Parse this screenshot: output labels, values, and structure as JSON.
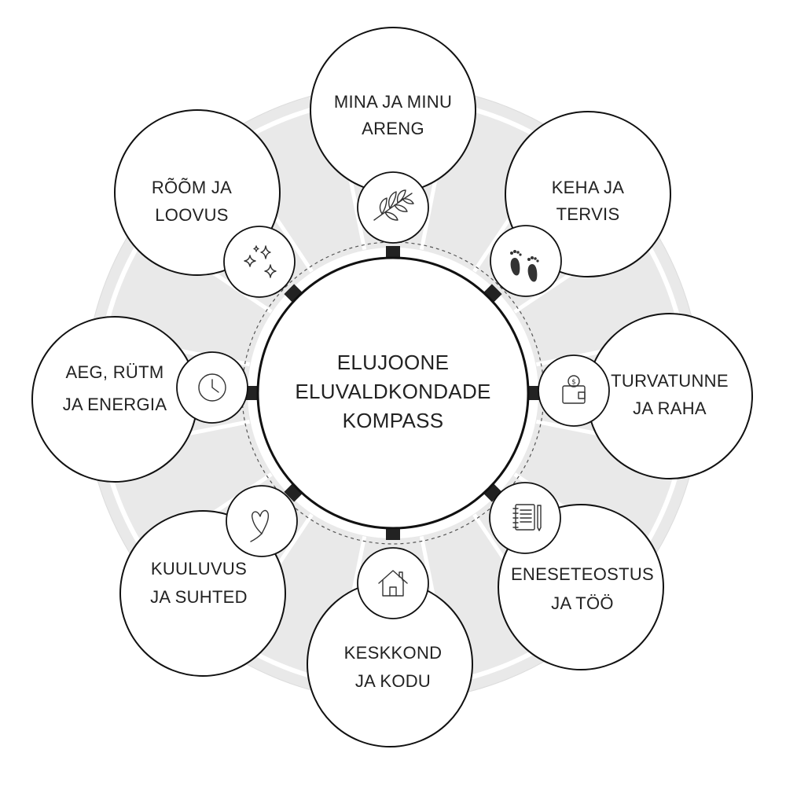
{
  "center": {
    "lines": [
      "ELUJOONE",
      "ELUVALDKONDADE",
      "KOMPASS"
    ]
  },
  "domains": [
    {
      "lines": [
        "MINA JA MINU",
        "ARENG"
      ],
      "icon": "leaf-branch-icon"
    },
    {
      "lines": [
        "KEHA JA",
        "TERVIS"
      ],
      "icon": "footprints-icon"
    },
    {
      "lines": [
        "TURVATUNNE",
        "JA RAHA"
      ],
      "icon": "wallet-icon"
    },
    {
      "lines": [
        "ENESETEOSTUS",
        "JA TÖÖ"
      ],
      "icon": "notebook-icon"
    },
    {
      "lines": [
        "KESKKOND",
        "JA KODU"
      ],
      "icon": "house-icon"
    },
    {
      "lines": [
        "KUULUVUS",
        "JA SUHTED"
      ],
      "icon": "heart-icon"
    },
    {
      "lines": [
        "AEG, RÜTM",
        "JA ENERGIA"
      ],
      "icon": "clock-icon"
    },
    {
      "lines": [
        "RÕÕM JA",
        "LOOVUS"
      ],
      "icon": "sparkles-icon"
    }
  ],
  "colors": {
    "ring": "#e9e9e9",
    "ring_divider": "#ffffff",
    "outline": "#111111",
    "text": "#222222"
  }
}
